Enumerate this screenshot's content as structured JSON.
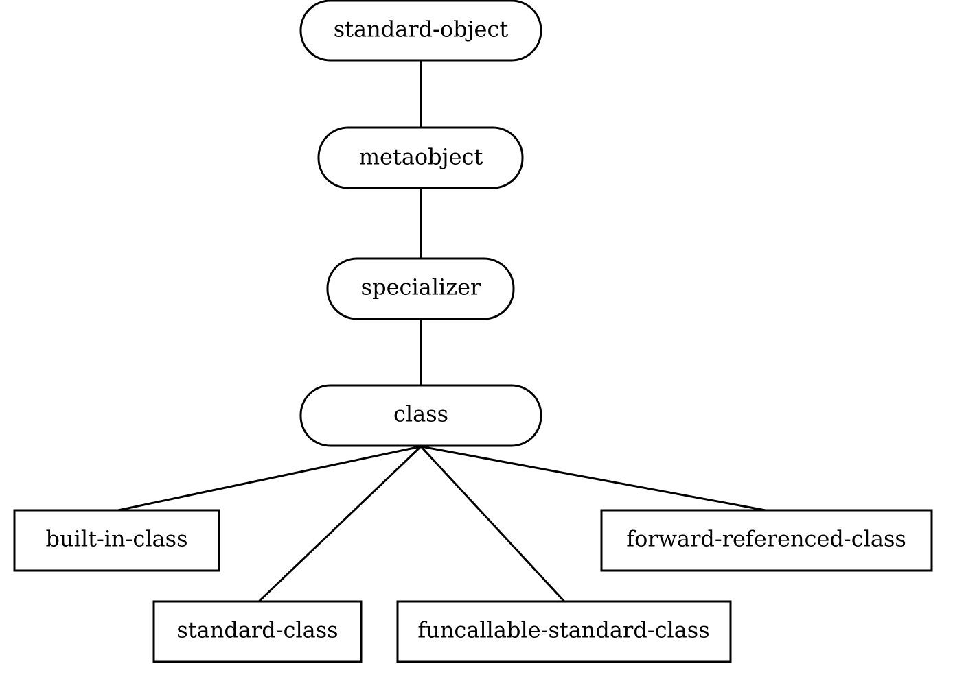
{
  "diagram": {
    "nodes": {
      "standard_object": "standard-object",
      "metaobject": "metaobject",
      "specializer": "specializer",
      "class": "class",
      "built_in_class": "built-in-class",
      "standard_class": "standard-class",
      "funcallable_standard_class": "funcallable-standard-class",
      "forward_referenced_class": "forward-referenced-class"
    },
    "edges": [
      [
        "standard-object",
        "metaobject"
      ],
      [
        "metaobject",
        "specializer"
      ],
      [
        "specializer",
        "class"
      ],
      [
        "class",
        "built-in-class"
      ],
      [
        "class",
        "standard-class"
      ],
      [
        "class",
        "funcallable-standard-class"
      ],
      [
        "class",
        "forward-referenced-class"
      ]
    ]
  }
}
